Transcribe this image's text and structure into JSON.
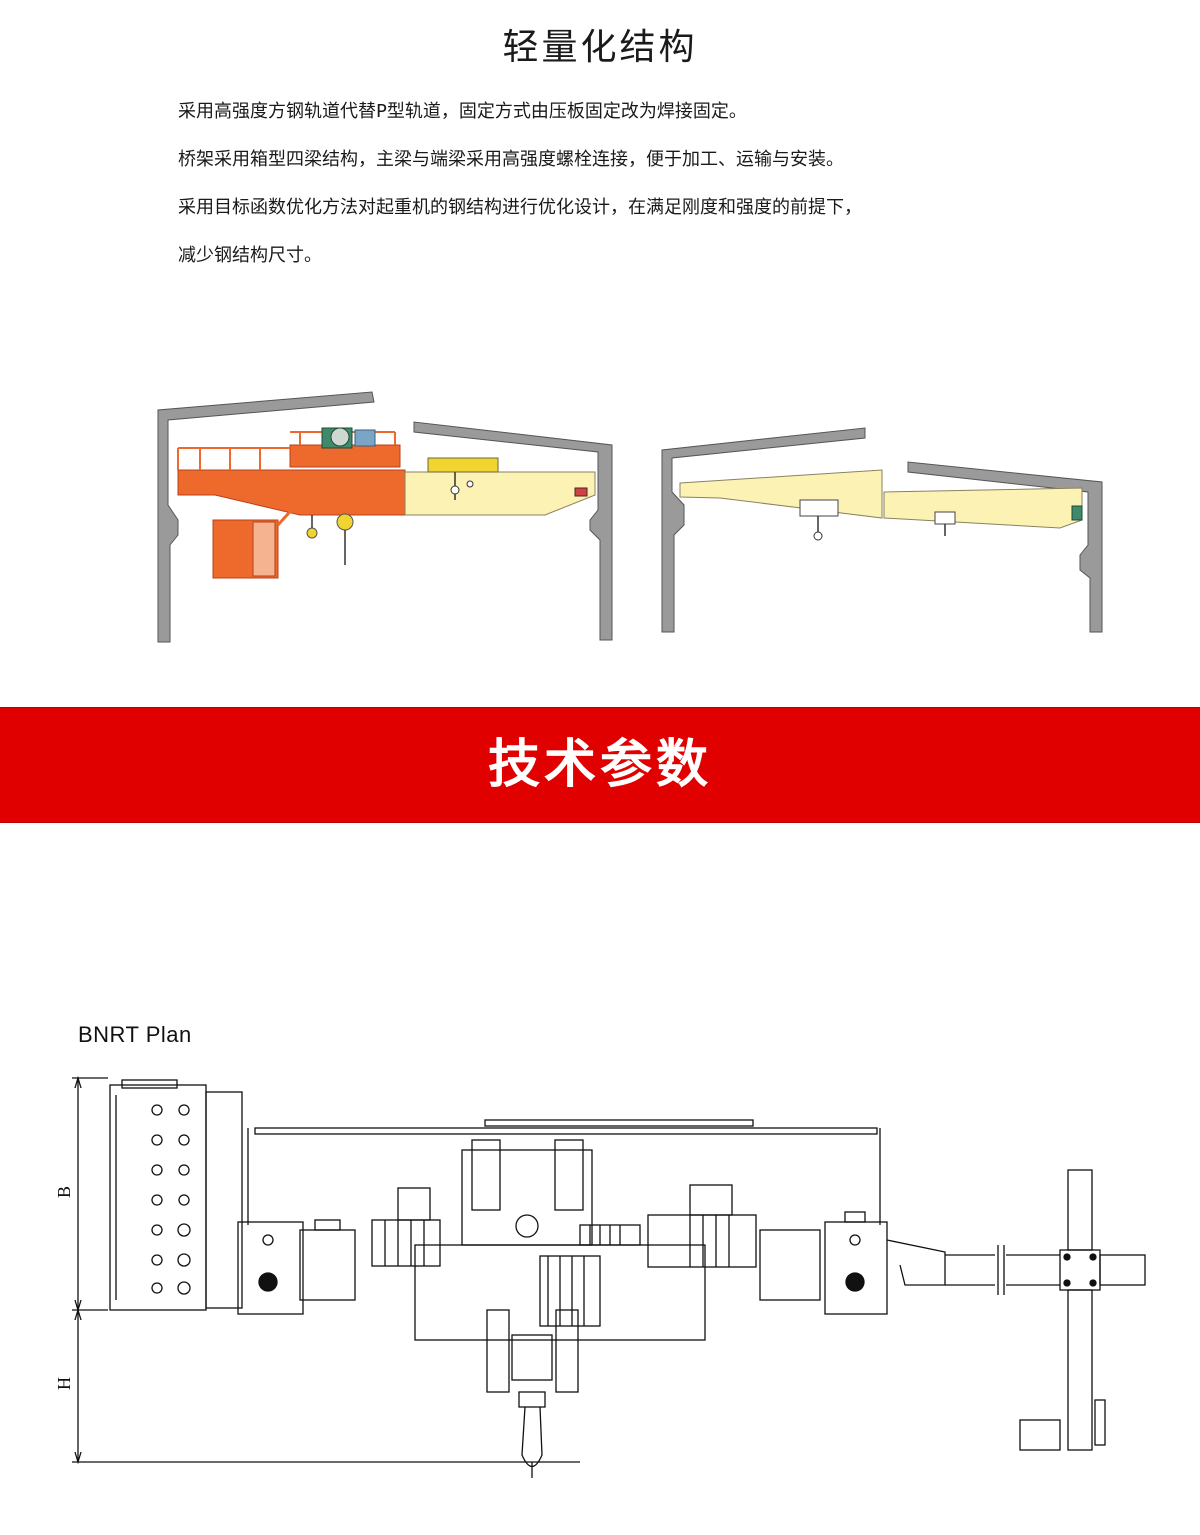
{
  "section1": {
    "title": "轻量化结构",
    "paragraphs": [
      "采用高强度方钢轨道代替P型轨道，固定方式由压板固定改为焊接固定。",
      "桥架采用箱型四梁结构，主梁与端梁采用高强度螺栓连接，便于加工、运输与安装。",
      "采用目标函数优化方法对起重机的钢结构进行优化设计，在满足刚度和强度的前提下，",
      "减少钢结构尺寸。"
    ]
  },
  "banner": {
    "title": "技术参数"
  },
  "plan": {
    "label": "BNRT  Plan",
    "dim_b": "B",
    "dim_h": "H"
  },
  "colors": {
    "banner_red": "#e00000",
    "crane_orange": "#ee6a2c",
    "crane_yellow": "#fbf2b4",
    "wall_gray": "#9a9a9a"
  }
}
